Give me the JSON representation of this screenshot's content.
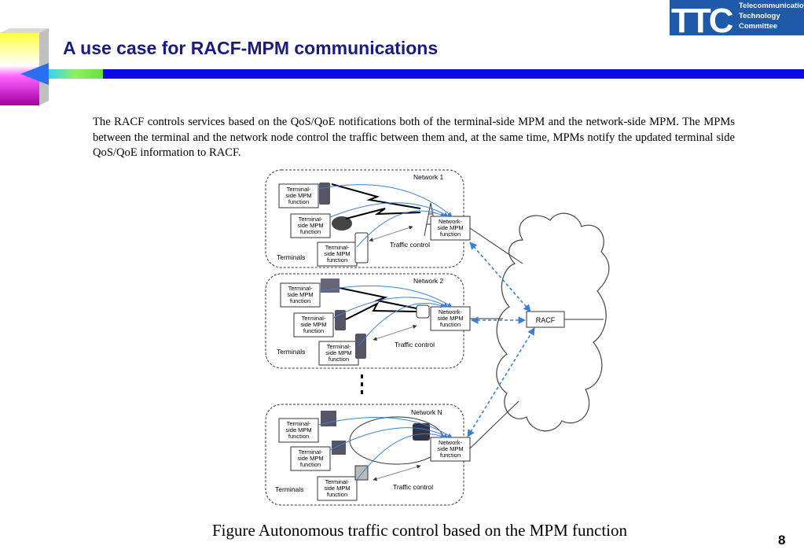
{
  "slide": {
    "title": "A use case for RACF-MPM communications",
    "body": "The RACF controls services based on the QoS/QoE notifications both of  the terminal-side MPM and the network-side MPM. The MPMs between the terminal and the network node control the traffic between them and, at the same time, MPMs notify the updated terminal side QoS/QoE information to RACF.",
    "caption": "Figure Autonomous traffic control based on the MPM function",
    "page_number": "8"
  },
  "logo": {
    "letters": "TTC",
    "line1": "Telecommunication",
    "line2": "Technology",
    "line3": "Committee"
  },
  "diagram": {
    "net1": {
      "label": "Network 1",
      "terminals": "Terminals",
      "traffic": "Traffic control",
      "tmpm1": [
        "Terminal-",
        "side MPM",
        "function"
      ],
      "tmpm2": [
        "Terminal-",
        "side MPM",
        "function"
      ],
      "tmpm3": [
        "Terminal-",
        "side MPM",
        "function"
      ],
      "nmpm": [
        "Network-",
        "side MPM",
        "function"
      ]
    },
    "net2": {
      "label": "Network 2",
      "terminals": "Terminals",
      "traffic": "Traffic control",
      "tmpm1": [
        "Terminal-",
        "side MPM",
        "function"
      ],
      "tmpm2": [
        "Terminal-",
        "side MPM",
        "function"
      ],
      "tmpm3": [
        "Terminal-",
        "side MPM",
        "function"
      ],
      "nmpm": [
        "Network-",
        "side MPM",
        "function"
      ]
    },
    "netN": {
      "label": "Network N",
      "terminals": "Terminals",
      "traffic": "Traffic control",
      "tmpm1": [
        "Terminal-",
        "side MPM",
        "function"
      ],
      "tmpm2": [
        "Terminal-",
        "side MPM",
        "function"
      ],
      "tmpm3": [
        "Terminal-",
        "side MPM",
        "function"
      ],
      "nmpm": [
        "Network-",
        "side MPM",
        "function"
      ]
    },
    "racf": "RACF"
  },
  "colors": {
    "title": "#1a1a80",
    "bar_blue": "#0a0ae6",
    "logo_blue": "#1e5aa8",
    "arrow_blue": "#3b7fd4"
  }
}
